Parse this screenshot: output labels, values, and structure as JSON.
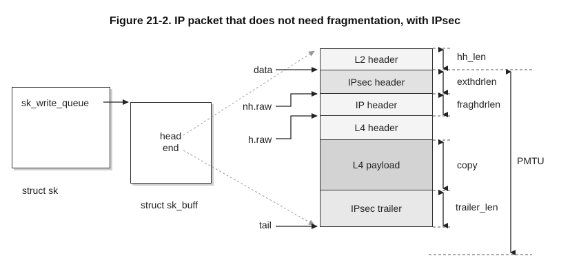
{
  "figure": {
    "title": "Figure 21-2. IP packet that does not need fragmentation, with IPsec"
  },
  "sk": {
    "queue_label": "sk_write_queue",
    "caption": "struct sk"
  },
  "skb": {
    "head_label": "head",
    "end_label": "end",
    "caption": "struct sk_buff"
  },
  "pointers": {
    "data": "data",
    "nh_raw": "nh.raw",
    "h_raw": "h.raw",
    "tail": "tail"
  },
  "packet": {
    "segments": [
      {
        "label": "L2 header",
        "fill": "#f4f4f4"
      },
      {
        "label": "IPsec header",
        "fill": "#e2e2e2"
      },
      {
        "label": "IP header",
        "fill": "#f4f4f4"
      },
      {
        "label": "L4 header",
        "fill": "#f4f4f4"
      },
      {
        "label": "L4 payload",
        "fill": "#d3d3d3"
      },
      {
        "label": "IPsec trailer",
        "fill": "#e8e8e8"
      }
    ]
  },
  "dimensions": {
    "hh_len": "hh_len",
    "exthdrlen": "exthdrlen",
    "fraghdrlen": "fraghdrlen",
    "copy": "copy",
    "trailer_len": "trailer_len",
    "pmtu": "PMTU"
  }
}
